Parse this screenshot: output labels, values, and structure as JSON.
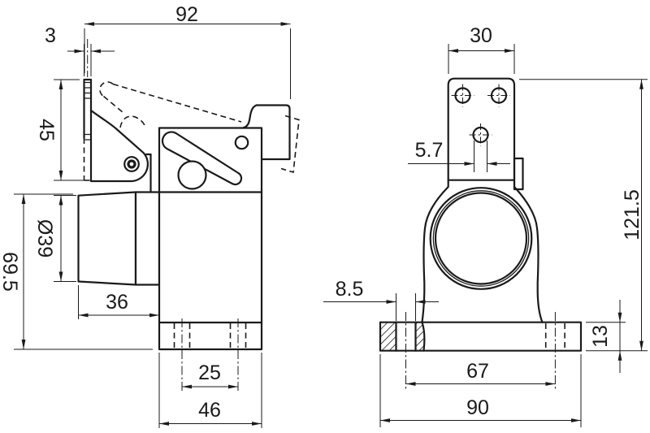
{
  "drawing": {
    "title": "clamp-bracket-two-view-dimension-drawing",
    "background_color": "#ffffff",
    "line_color": "#1a1a1a",
    "side_view": {
      "overall_width": "92",
      "pad_thickness": "3",
      "pad_height": "45",
      "knob_diameter": "Ø39",
      "overall_height": "69.5",
      "knob_length": "36",
      "base_hole_spacing": "25",
      "base_width": "46"
    },
    "front_view": {
      "top_bracket_width": "30",
      "center_hole_diameter": "5.7",
      "slot_width": "8.5",
      "overall_height": "121.5",
      "base_thickness": "13",
      "slot_spacing": "67",
      "base_width": "90"
    }
  }
}
